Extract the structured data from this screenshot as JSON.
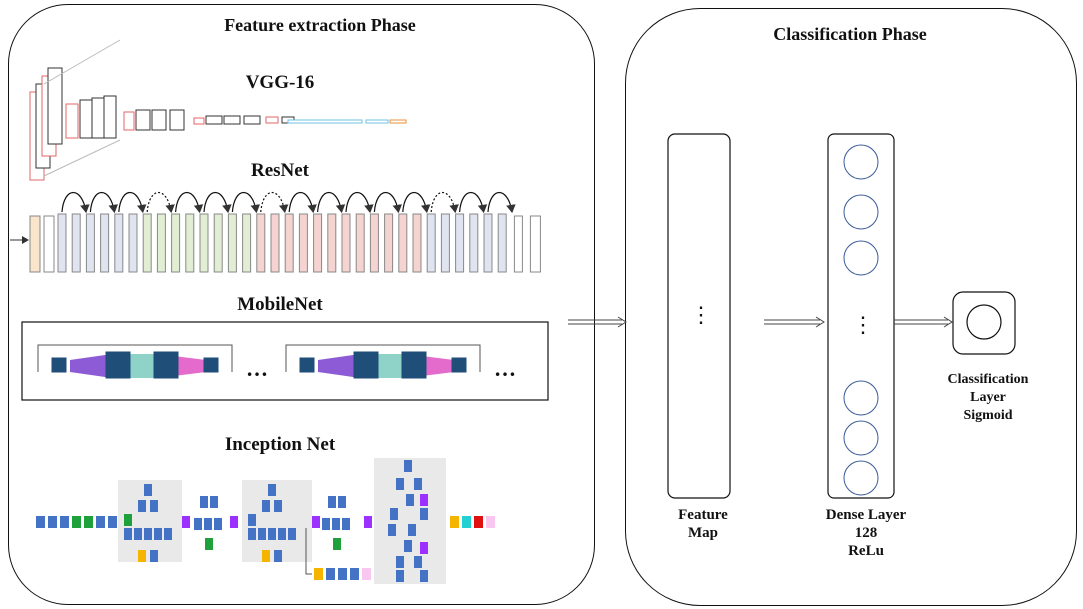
{
  "feature_panel": {
    "title": "Feature extraction Phase",
    "models": {
      "vgg": "VGG-16",
      "resnet": "ResNet",
      "mobilenet": "MobileNet",
      "inception": "Inception Net"
    },
    "ellipsis": "…"
  },
  "classification_panel": {
    "title": "Classification Phase",
    "feature_map": {
      "line1": "Feature",
      "line2": "Map"
    },
    "dense": {
      "line1": "Dense Layer",
      "line2": "128",
      "line3": "ReLu"
    },
    "output": {
      "line1": "Classification",
      "line2": "Layer",
      "line3": "Sigmoid"
    },
    "vdots": "⋮"
  },
  "colors": {
    "vgg_conv": "#e06666",
    "vgg_fc": "#6fc3e0",
    "resnet_64": "#dfe4f0",
    "resnet_128": "#e2eed4",
    "resnet_256": "#f4d3d0",
    "resnet_512": "#dfe4f0",
    "mobilenet_block": "#1f4e79",
    "mobilenet_purple": "#8e5bd6",
    "mobilenet_pink": "#e46acb",
    "mobilenet_teal": "#8fd3c8",
    "inception_blue": "#4472c4",
    "inception_green": "#1ea03a",
    "inception_purple": "#9b30ff",
    "inception_yellow": "#f4b400",
    "inception_cyan": "#25d0d0",
    "inception_red": "#e01010",
    "inception_pink": "#f8c6ef"
  }
}
